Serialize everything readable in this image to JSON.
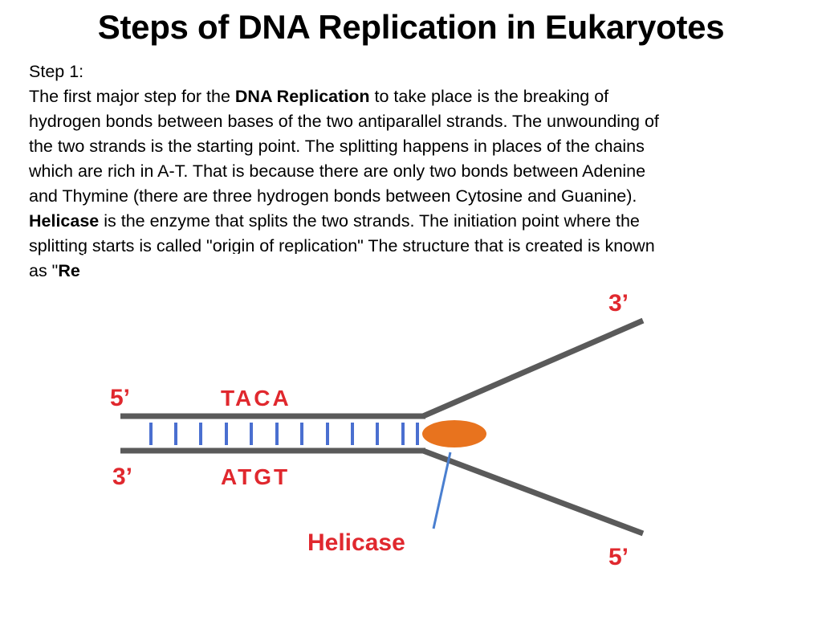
{
  "slide": {
    "title": "Steps of DNA Replication in Eukaryotes",
    "step_label": "Step 1:",
    "lines": [
      {
        "pre": "The first major step for the ",
        "bold": "DNA Replication",
        "post": " to take place is the breaking of"
      },
      {
        "pre": "hydrogen bonds between bases of the two antiparallel strands. The unwounding of",
        "bold": "",
        "post": ""
      },
      {
        "pre": "the two strands is the starting point. The splitting happens in places of the chains",
        "bold": "",
        "post": ""
      },
      {
        "pre": "which are rich in A-T. That is because there are only two bonds between Adenine",
        "bold": "",
        "post": ""
      },
      {
        "pre": "and Thymine (there are three hydrogen bonds between Cytosine and Guanine).",
        "bold": "",
        "post": ""
      },
      {
        "pre": "",
        "bold": "Helicase",
        "post": " is the enzyme that splits the two strands. The initiation point where the"
      },
      {
        "pre": "splitting starts is called \"origin of replication\" The structure that is created is known",
        "bold": "",
        "post": ""
      },
      {
        "pre": "as \"",
        "bold": "Re",
        "post": ""
      }
    ]
  },
  "diagram": {
    "top_strand_five_prime": "5’",
    "top_sequence": "TACA",
    "bottom_strand_three_prime": "3’",
    "bottom_sequence": "ATGT",
    "upper_fork_end": "3’",
    "lower_fork_end": "5’",
    "enzyme_label": "Helicase",
    "colors": {
      "label_red": "#e0282e",
      "strand_gray": "#5a5a5a",
      "base_blue": "#4a6fd0",
      "helicase_orange": "#e8731e",
      "pointer_blue": "#4a7fd0"
    }
  }
}
